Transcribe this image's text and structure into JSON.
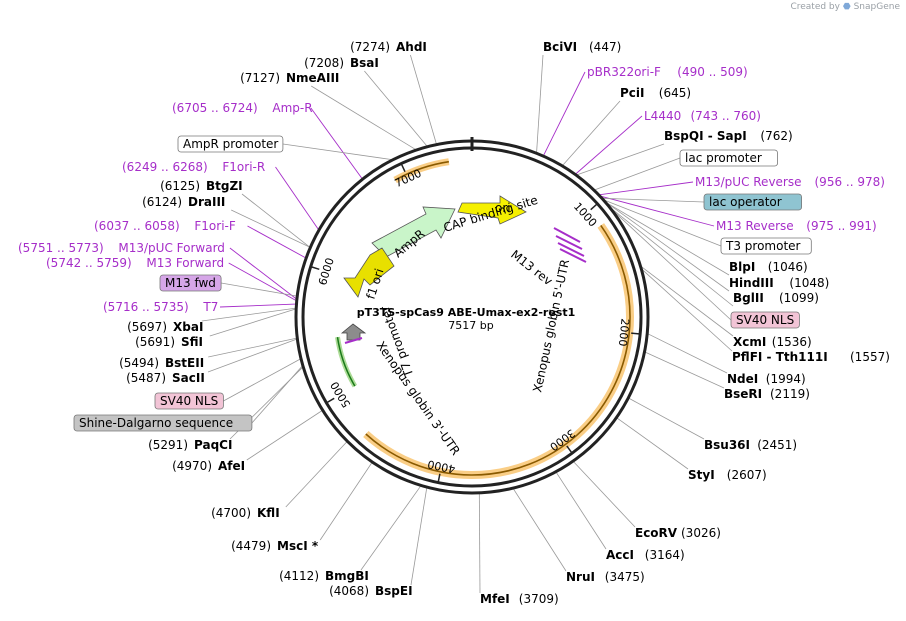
{
  "app": {
    "credit": "Created by",
    "brand": "SnapGene"
  },
  "plasmid": {
    "name": "pT3TS-spCas9 ABE-Umax-ex2-rest1",
    "size_text": "7517 bp",
    "total_bp": 7517
  },
  "ticks": [
    {
      "label": "1000",
      "bp": 1000
    },
    {
      "label": "2000",
      "bp": 2000
    },
    {
      "label": "3000",
      "bp": 3000
    },
    {
      "label": "4000",
      "bp": 4000
    },
    {
      "label": "5000",
      "bp": 5000
    },
    {
      "label": "6000",
      "bp": 6000
    },
    {
      "label": "7000",
      "bp": 7000
    }
  ],
  "enzymes": [
    {
      "name": "AhdI",
      "pos": "(7274)",
      "bp": 7274
    },
    {
      "name": "BsaI",
      "pos": "(7208)",
      "bp": 7208
    },
    {
      "name": "NmeAIII",
      "pos": "(7127)",
      "bp": 7127
    },
    {
      "name": "BciVI",
      "pos": "(447)",
      "bp": 447
    },
    {
      "name": "PciI",
      "pos": "(645)",
      "bp": 645
    },
    {
      "name": "BspQI - SapI",
      "pos": "(762)",
      "bp": 762
    },
    {
      "name": "BlpI",
      "pos": "(1046)",
      "bp": 1046
    },
    {
      "name": "HindIII",
      "pos": "(1048)",
      "bp": 1048
    },
    {
      "name": "BglII",
      "pos": "(1099)",
      "bp": 1099
    },
    {
      "name": "XcmI",
      "pos": "(1536)",
      "bp": 1536
    },
    {
      "name": "PflFI - Tth111I",
      "pos": "(1557)",
      "bp": 1557
    },
    {
      "name": "NdeI",
      "pos": "(1994)",
      "bp": 1994
    },
    {
      "name": "BseRI",
      "pos": "(2119)",
      "bp": 2119
    },
    {
      "name": "Bsu36I",
      "pos": "(2451)",
      "bp": 2451
    },
    {
      "name": "StyI",
      "pos": "(2607)",
      "bp": 2607
    },
    {
      "name": "EcoRV",
      "pos": "(3026)",
      "bp": 3026
    },
    {
      "name": "AccI",
      "pos": "(3164)",
      "bp": 3164
    },
    {
      "name": "NruI",
      "pos": "(3475)",
      "bp": 3475
    },
    {
      "name": "MfeI",
      "pos": "(3709)",
      "bp": 3709
    },
    {
      "name": "BspEI",
      "pos": "(4068)",
      "bp": 4068
    },
    {
      "name": "BmgBI",
      "pos": "(4112)",
      "bp": 4112
    },
    {
      "name": "MscI *",
      "pos": "(4479)",
      "bp": 4479
    },
    {
      "name": "KflI",
      "pos": "(4700)",
      "bp": 4700
    },
    {
      "name": "AfeI",
      "pos": "(4970)",
      "bp": 4970
    },
    {
      "name": "PaqCI",
      "pos": "(5291)",
      "bp": 5291
    },
    {
      "name": "SacII",
      "pos": "(5487)",
      "bp": 5487
    },
    {
      "name": "BstEII",
      "pos": "(5494)",
      "bp": 5494
    },
    {
      "name": "SfiI",
      "pos": "(5691)",
      "bp": 5691
    },
    {
      "name": "XbaI",
      "pos": "(5697)",
      "bp": 5697
    },
    {
      "name": "DraIII",
      "pos": "(6124)",
      "bp": 6124
    },
    {
      "name": "BtgZI",
      "pos": "(6125)",
      "bp": 6125
    }
  ],
  "primers": [
    {
      "name": "pBR322ori-F",
      "range": "(490 .. 509)",
      "bp": 499
    },
    {
      "name": "L4440",
      "range": "(743 .. 760)",
      "bp": 751
    },
    {
      "name": "M13/pUC Reverse",
      "range": "(956 .. 978)",
      "bp": 967
    },
    {
      "name": "M13 Reverse",
      "range": "(975 .. 991)",
      "bp": 983
    },
    {
      "name": "Amp-R",
      "range": "(6705 .. 6724)",
      "bp": 6714
    },
    {
      "name": "F1ori-R",
      "range": "(6249 .. 6268)",
      "bp": 6258
    },
    {
      "name": "F1ori-F",
      "range": "(6037 .. 6058)",
      "bp": 6047
    },
    {
      "name": "M13/pUC Forward",
      "range": "(5751 .. 5773)",
      "bp": 5762
    },
    {
      "name": "M13 Forward",
      "range": "(5742 .. 5759)",
      "bp": 5750
    },
    {
      "name": "T7",
      "range": "(5716 .. 5735)",
      "bp": 5725
    }
  ],
  "feature_boxes": [
    {
      "name": "lac promoter",
      "bp": 920,
      "fill": "#ffffff"
    },
    {
      "name": "lac operator",
      "bp": 1000,
      "fill": "#8fc4d1"
    },
    {
      "name": "T3 promoter",
      "bp": 1020,
      "fill": "#ffffff"
    },
    {
      "name": "SV40 NLS",
      "bp": 1120,
      "fill": "#f2c4d6"
    },
    {
      "name": "AmpR promoter",
      "bp": 6950,
      "fill": "#ffffff"
    },
    {
      "name": "M13 fwd",
      "bp": 5780,
      "fill": "#d6a6e8"
    },
    {
      "name": "SV40 NLS",
      "bp": 5350,
      "fill": "#f2c4d6"
    },
    {
      "name": "Shine-Dalgarno sequence",
      "bp": 5300,
      "fill": "#c4c4c4"
    }
  ],
  "inner_labels": [
    {
      "name": "ori"
    },
    {
      "name": "CAP binding site"
    },
    {
      "name": "M13 rev"
    },
    {
      "name": "AmpR"
    },
    {
      "name": "f1 ori"
    },
    {
      "name": "T7 promoter"
    },
    {
      "name": "Xenopus globin 5'-UTR"
    },
    {
      "name": "Xenopus globin 3'-UTR"
    }
  ],
  "colors": {
    "backbone": "#222222",
    "cds_orange": "#f5a623",
    "ori_yellow": "#f5f000",
    "ampr_green": "#c9f5c9",
    "f1ori_yellow": "#e8e000",
    "primer_purple": "#a62ec9",
    "utr_green": "#5ab82e",
    "t7_gray": "#8c8c8c"
  }
}
